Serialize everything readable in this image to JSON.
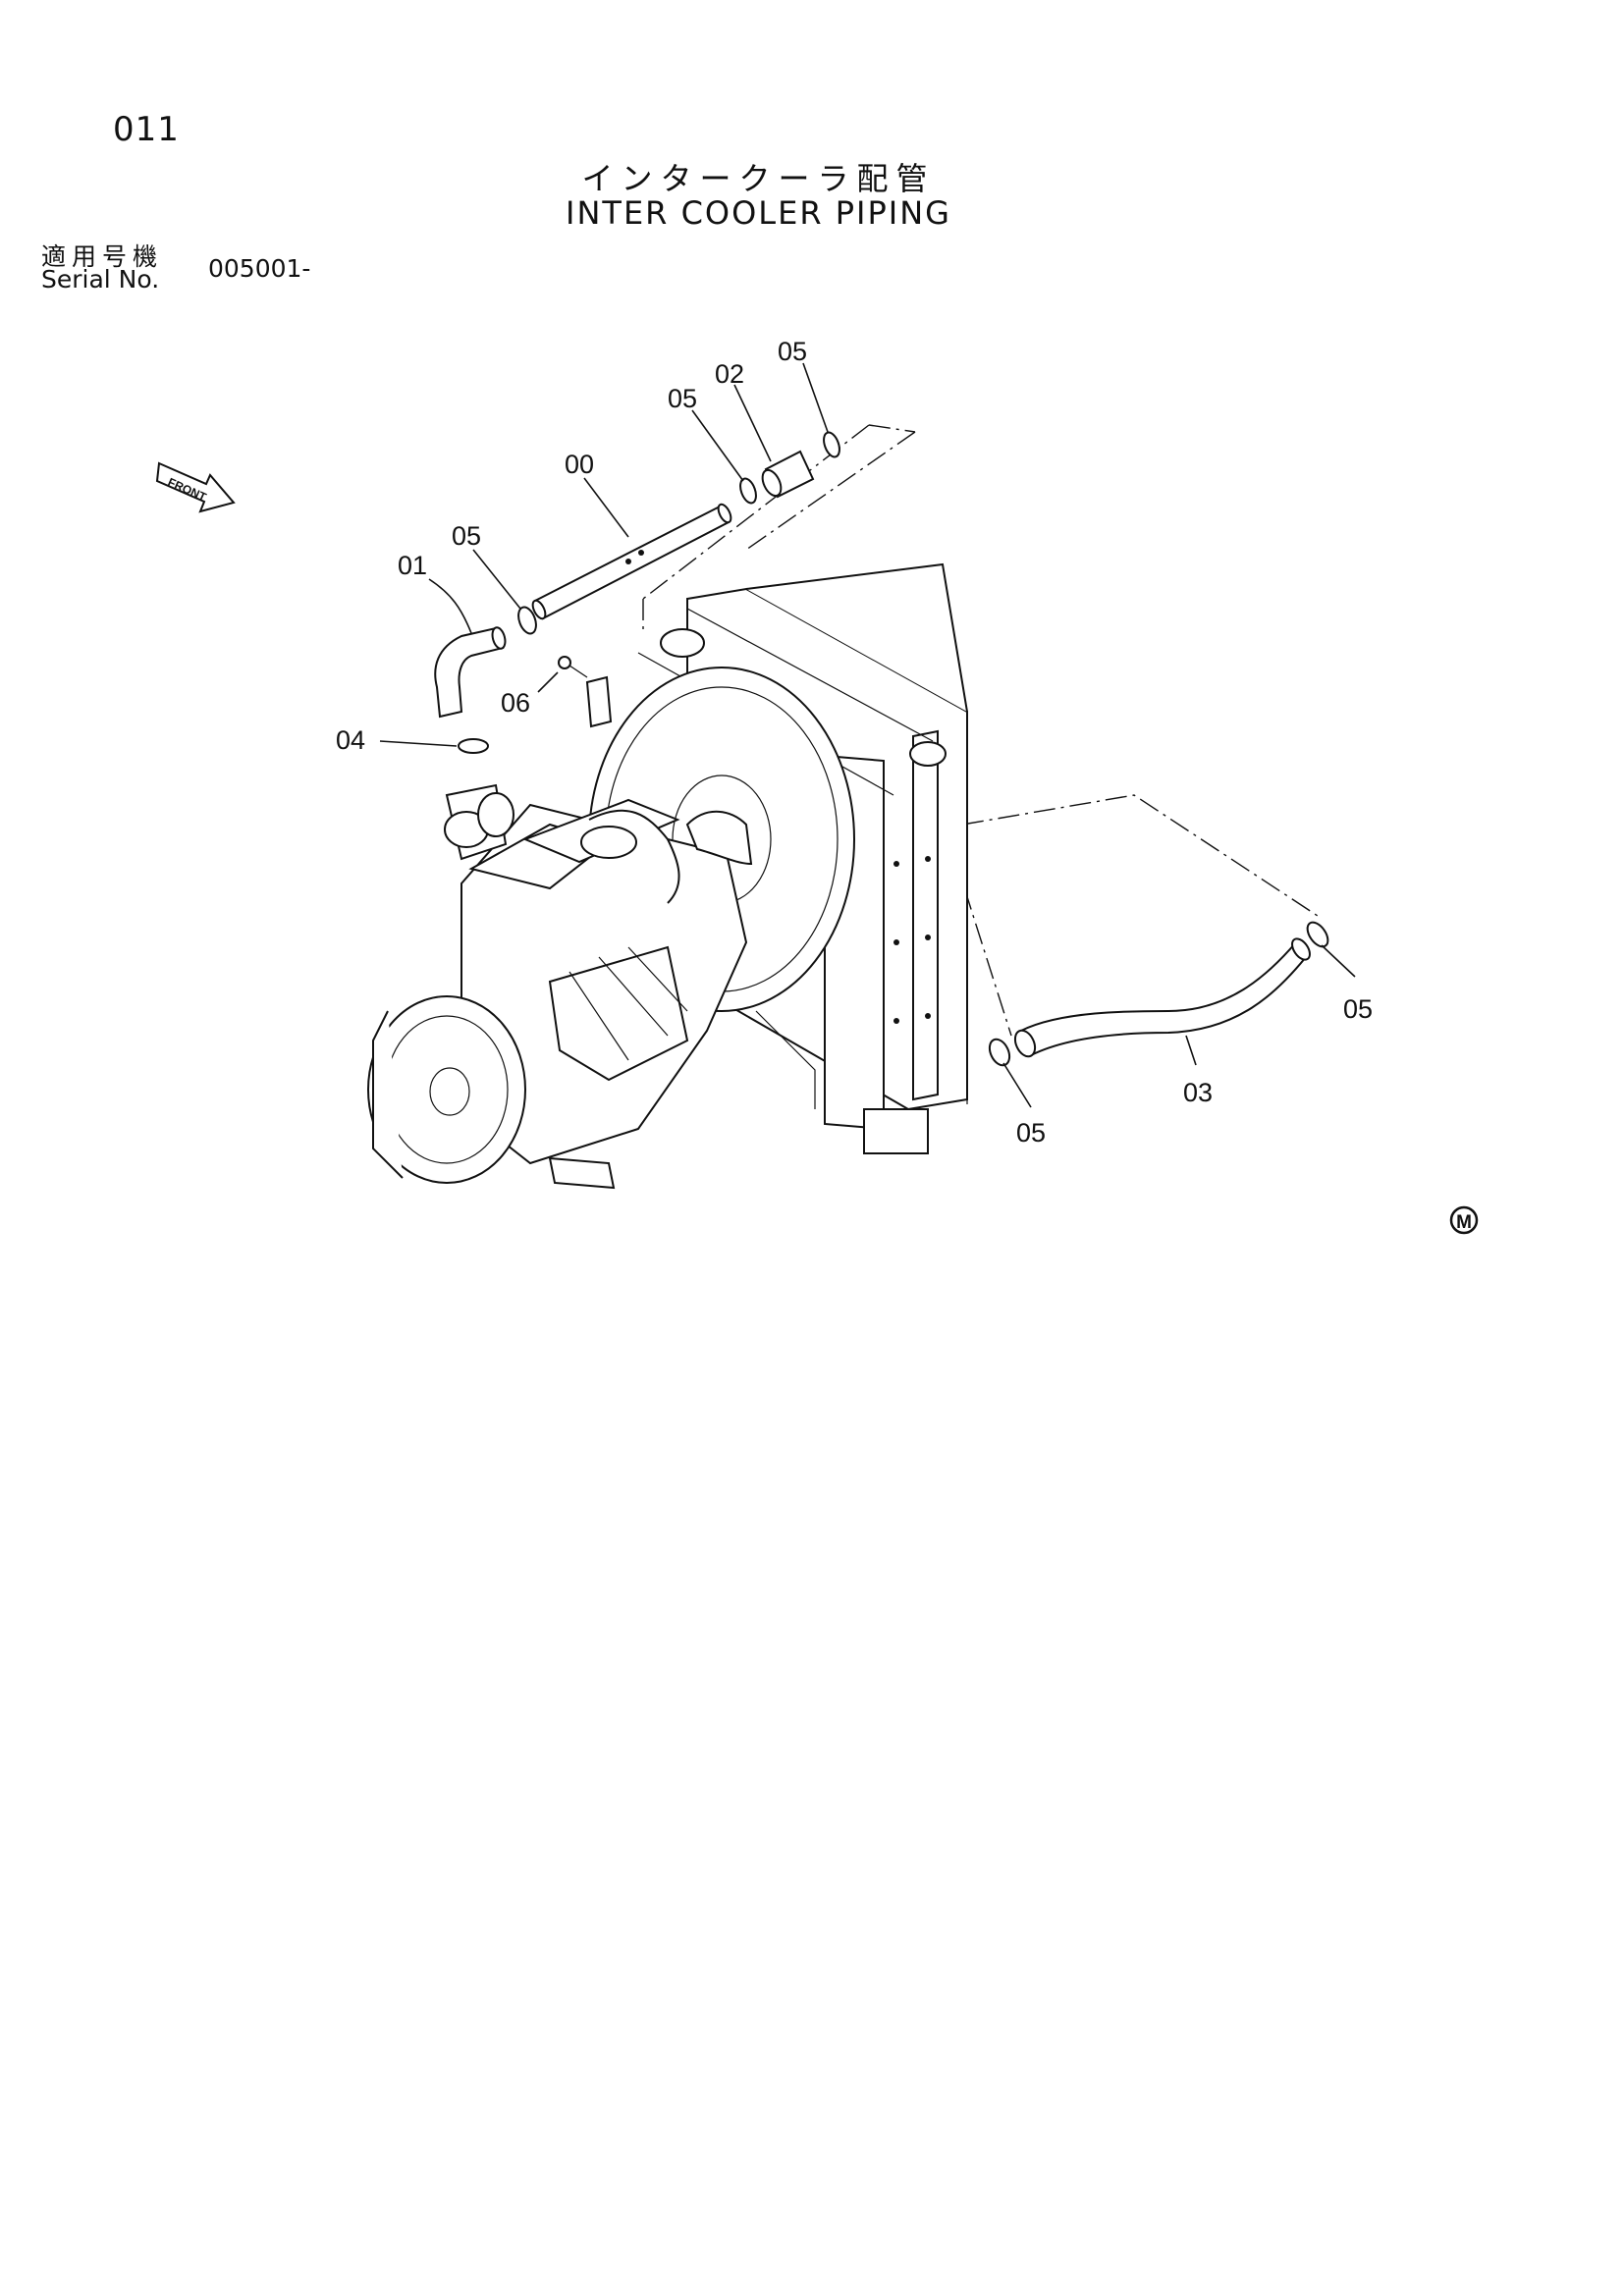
{
  "page": {
    "number": "011"
  },
  "title": {
    "japanese": "インタークーラ配管",
    "english": "INTER COOLER PIPING"
  },
  "serial": {
    "label_jp": "適用号機",
    "label_en": "Serial No.",
    "value": "005001-"
  },
  "front_indicator": "FRONT",
  "maker_mark": "M",
  "callouts": [
    {
      "id": "callout-00",
      "text": "00"
    },
    {
      "id": "callout-01",
      "text": "01"
    },
    {
      "id": "callout-02",
      "text": "02"
    },
    {
      "id": "callout-03",
      "text": "03"
    },
    {
      "id": "callout-04",
      "text": "04"
    },
    {
      "id": "callout-05-a",
      "text": "05"
    },
    {
      "id": "callout-05-b",
      "text": "05"
    },
    {
      "id": "callout-05-c",
      "text": "05"
    },
    {
      "id": "callout-05-d",
      "text": "05"
    },
    {
      "id": "callout-05-e",
      "text": "05"
    },
    {
      "id": "callout-06",
      "text": "06"
    }
  ]
}
